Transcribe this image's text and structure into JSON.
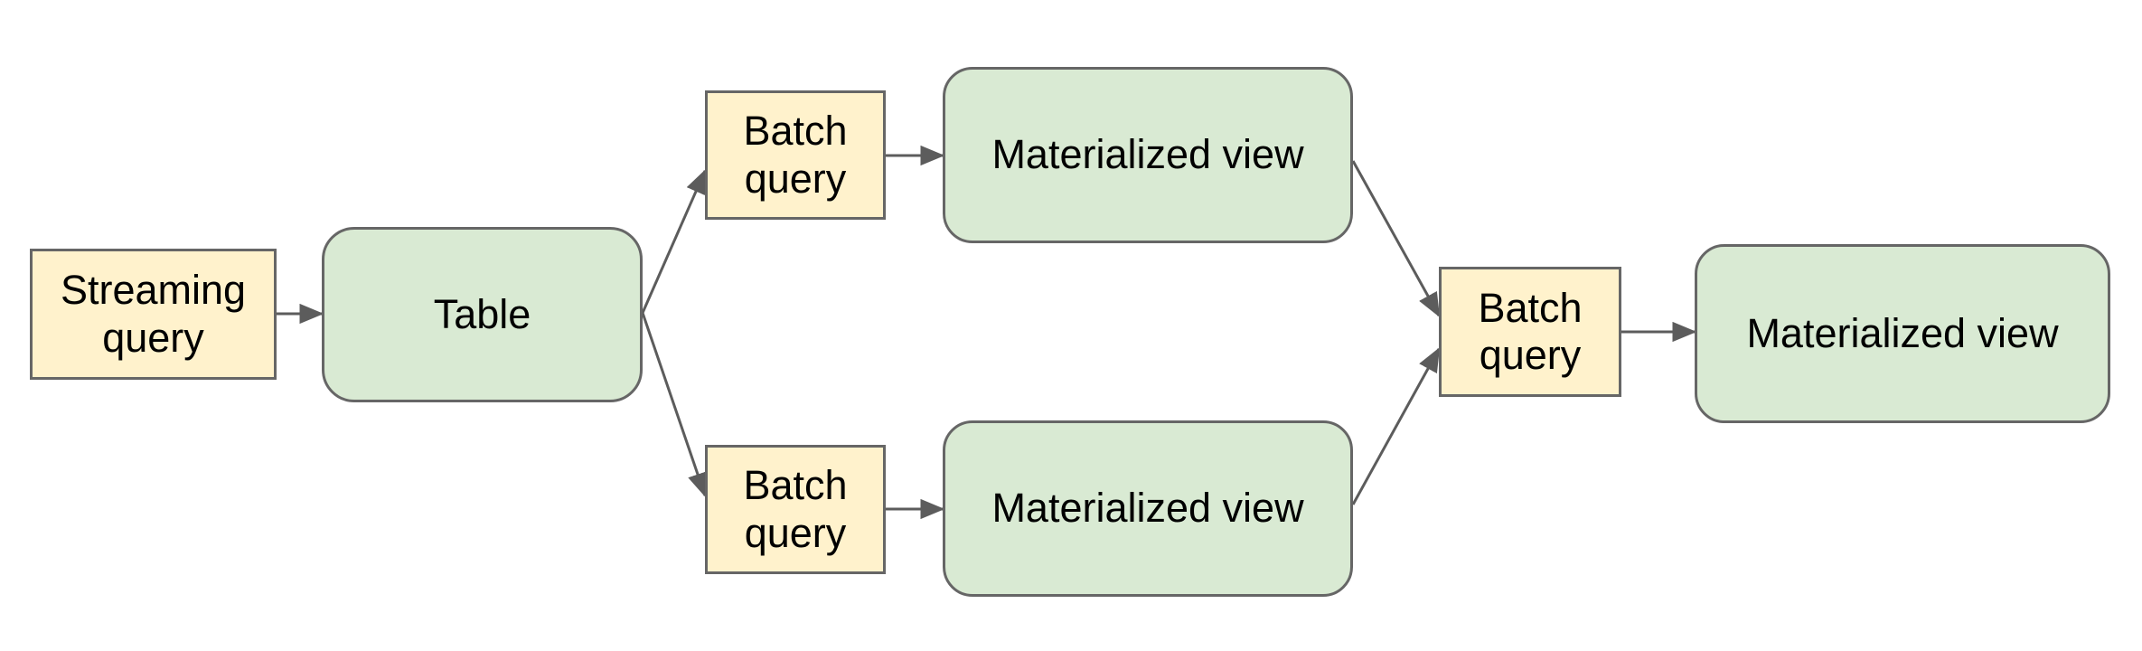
{
  "diagram": {
    "nodes": [
      {
        "id": "streaming-query",
        "label": "Streaming query",
        "kind": "query"
      },
      {
        "id": "table",
        "label": "Table",
        "kind": "table"
      },
      {
        "id": "batch-query-top",
        "label": "Batch query",
        "kind": "query"
      },
      {
        "id": "materialized-view-top",
        "label": "Materialized view",
        "kind": "table"
      },
      {
        "id": "batch-query-bottom",
        "label": "Batch query",
        "kind": "query"
      },
      {
        "id": "materialized-view-bottom",
        "label": "Materialized view",
        "kind": "table"
      },
      {
        "id": "batch-query-final",
        "label": "Batch query",
        "kind": "query"
      },
      {
        "id": "materialized-view-final",
        "label": "Materialized view",
        "kind": "table"
      }
    ],
    "edges": [
      {
        "from": "streaming-query",
        "to": "table"
      },
      {
        "from": "table",
        "to": "batch-query-top"
      },
      {
        "from": "table",
        "to": "batch-query-bottom"
      },
      {
        "from": "batch-query-top",
        "to": "materialized-view-top"
      },
      {
        "from": "batch-query-bottom",
        "to": "materialized-view-bottom"
      },
      {
        "from": "materialized-view-top",
        "to": "batch-query-final"
      },
      {
        "from": "materialized-view-bottom",
        "to": "batch-query-final"
      },
      {
        "from": "batch-query-final",
        "to": "materialized-view-final"
      }
    ],
    "colors": {
      "query_fill": "#FFF2CC",
      "table_fill": "#D9EAD3",
      "border": "#666666",
      "arrow": "#5C5C5C",
      "text": "#000000",
      "background": "#FFFFFF"
    }
  }
}
